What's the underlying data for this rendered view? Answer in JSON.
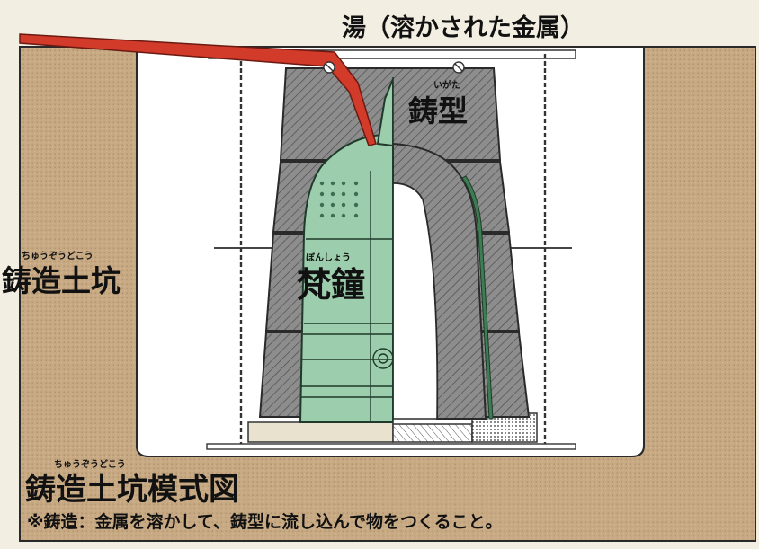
{
  "labels": {
    "molten_metal": "湯（溶かされた金属）",
    "mold": "鋳型",
    "mold_ruby": "いがた",
    "bell": "梵鐘",
    "bell_ruby": "ぼんしょう",
    "pit": "鋳造土坑",
    "pit_ruby": "ちゅうぞうどこう",
    "diagram_title": "鋳造土坑模式図",
    "diagram_title_ruby": "ちゅうぞうどこう",
    "definition": "※鋳造：金属を溶かして、鋳型に流し込んで物をつくること。"
  },
  "colors": {
    "background": "#f3eee2",
    "soil": "#c7a983",
    "pit_interior": "#ffffff",
    "mold_gray": "#8d8d8d",
    "bell_green": "#9ccdad",
    "molten_metal_red": "#d23a2a",
    "pad": "#e9e2cf"
  }
}
